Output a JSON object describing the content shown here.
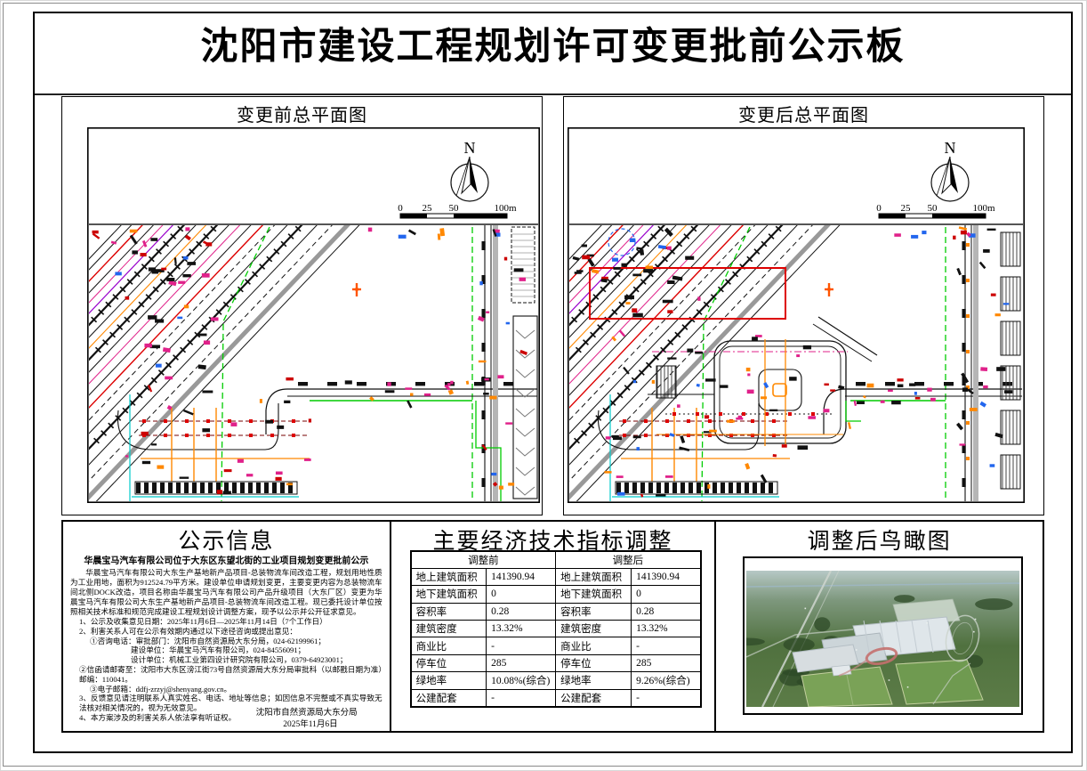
{
  "page": {
    "title": "沈阳市建设工程规划许可变更批前公示板"
  },
  "maps": {
    "before": {
      "title": "变更前总平面图"
    },
    "after": {
      "title": "变更后总平面图"
    },
    "north_label": "N",
    "scale_ticks": [
      "0",
      "25",
      "50",
      "100m"
    ]
  },
  "notice": {
    "title": "公示信息",
    "subtitle": "华晨宝马汽车有限公司位于大东区东望北街的工业项目规划变更批前公示",
    "body": "华晨宝马汽车有限公司大东生产基地新产品项目-总装物流车间改造工程，规划用地性质为工业用地，面积为912524.79平方米。建设单位申请规划变更，主要变更内容为总装物流车间北侧DOCK改造，项目名称由华晨宝马汽车有限公司产品升级项目（大东厂区）变更为华晨宝马汽车有限公司大东生产基地新产品项目-总装物流车间改造工程。现已委托设计单位按照相关技术标准和规范完成建设工程规划设计调整方案，现予以公示并公开征求意见。",
    "items": [
      "1、公示及收集意见日期：2025年11月6日—2025年11月14日（7个工作日）",
      "2、利害关系人可在公示有效期内通过以下途径咨询或提出意见：",
      "①咨询电话：审批部门：沈阳市自然资源局大东分局，024-62199961；",
      "建设单位：华晨宝马汽车有限公司，024-84556091；",
      "设计单位：机械工业第四设计研究院有限公司，0379-64923001；",
      "②信函请邮寄至：沈阳市大东区滂江街73号自然资源局大东分局审批科（以邮戳日期为准）　邮编：110041。",
      "③电子邮箱：ddfj-zrzyj@shenyang.gov.cn。",
      "3、反馈意见请注明联系人真实姓名、电话、地址等信息；如因信息不完整或不真实导致无法核对相关情况的，视为无效意见。",
      "4、本方案涉及的利害关系人依法享有听证权。"
    ],
    "signature": "沈阳市自然资源局大东分局",
    "date": "2025年11月6日"
  },
  "indicators": {
    "title": "主要经济技术指标调整",
    "col_headers": [
      "调整前",
      "调整后"
    ],
    "rows": [
      {
        "label": "地上建筑面积",
        "before": "141390.94",
        "after": "141390.94"
      },
      {
        "label": "地下建筑面积",
        "before": "0",
        "after": "0"
      },
      {
        "label": "容积率",
        "before": "0.28",
        "after": "0.28"
      },
      {
        "label": "建筑密度",
        "before": "13.32%",
        "after": "13.32%"
      },
      {
        "label": "商业比",
        "before": "-",
        "after": "-"
      },
      {
        "label": "停车位",
        "before": "285",
        "after": "285"
      },
      {
        "label": "绿地率",
        "before": "10.08%(综合)",
        "after": "9.26%(综合)"
      },
      {
        "label": "公建配套",
        "before": "-",
        "after": "-"
      }
    ]
  },
  "aerial": {
    "title": "调整后鸟瞰图"
  }
}
